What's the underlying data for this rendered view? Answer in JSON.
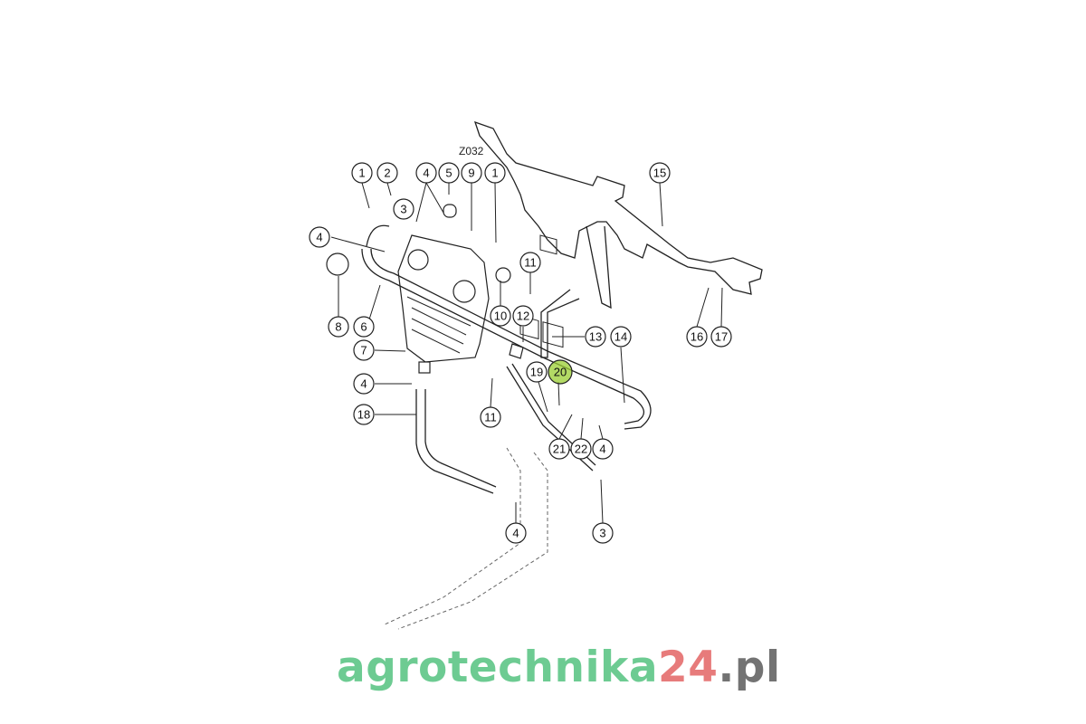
{
  "diagram_code": "Z032",
  "watermark": {
    "part1": "agrotechnika",
    "part2": "24",
    "part3": ".pl"
  },
  "colors": {
    "highlight": "#9acd32",
    "watermark_green": "#3cb96e",
    "watermark_red": "#e15a5a",
    "watermark_gray": "#5a5a5a"
  },
  "callouts": [
    "1",
    "2",
    "4",
    "5",
    "9",
    "1",
    "15",
    "3",
    "4",
    "11",
    "8",
    "6",
    "10",
    "12",
    "13",
    "14",
    "16",
    "17",
    "7",
    "19",
    "20",
    "4",
    "18",
    "11",
    "21",
    "22",
    "4",
    "4",
    "3"
  ],
  "highlighted_callout": "20"
}
